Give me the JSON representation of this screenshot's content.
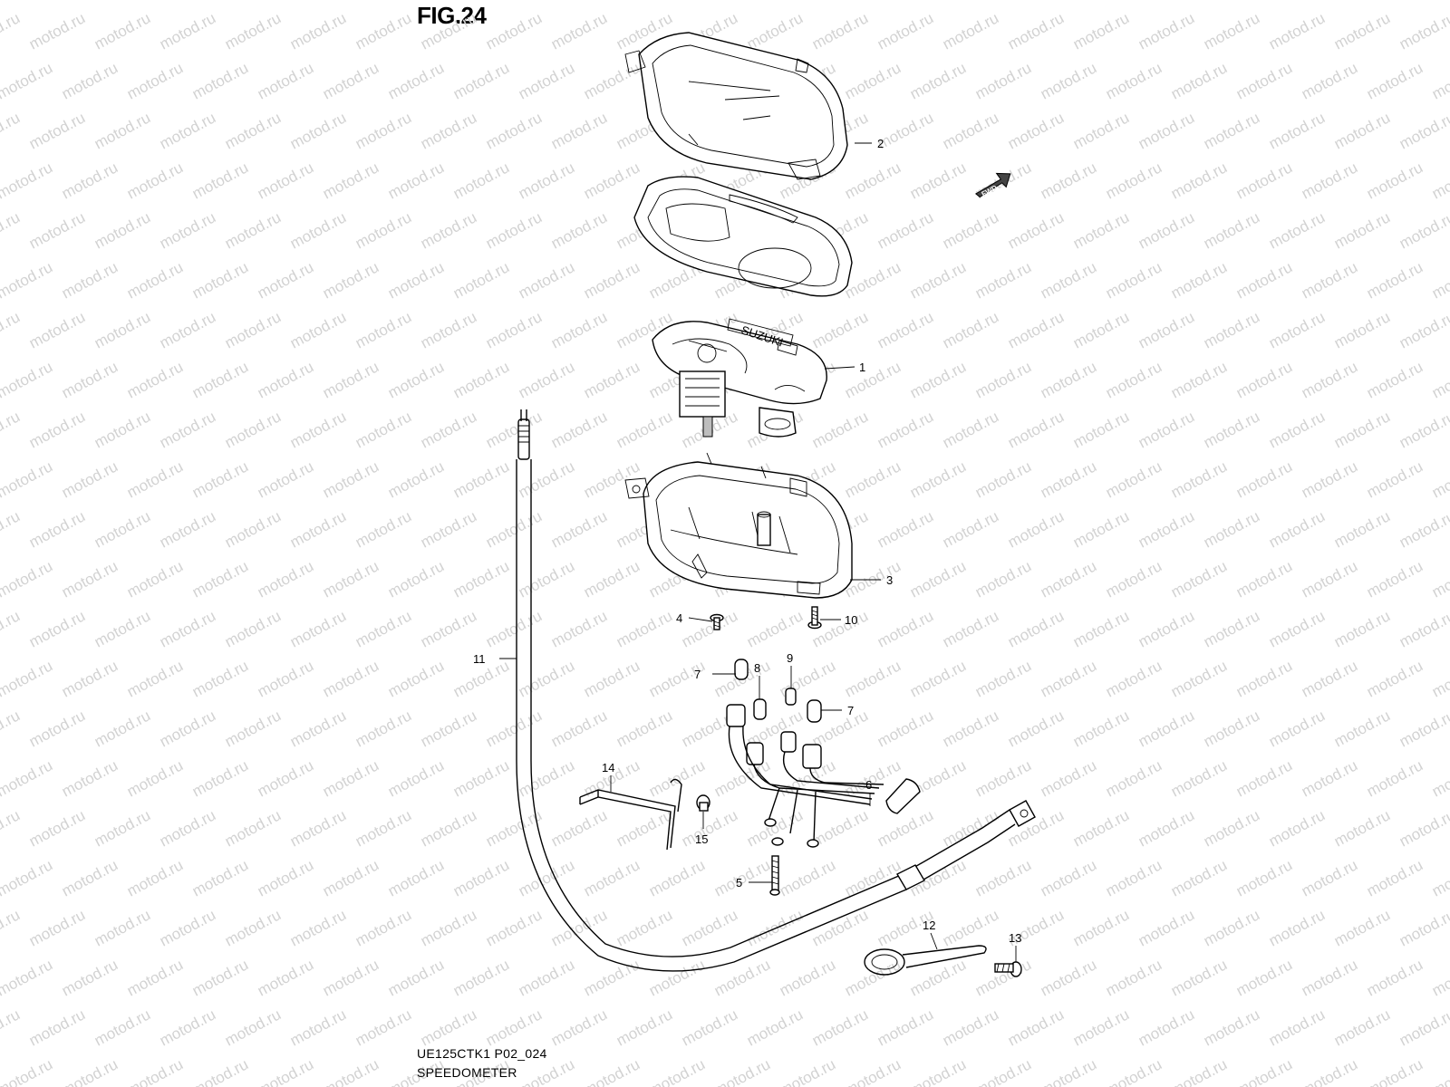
{
  "figure": {
    "title": "FIG.24",
    "code": "UE125CTK1 P02_024",
    "name": "SPEEDOMETER"
  },
  "watermark": "motod.ru",
  "fwd_label": "FWD",
  "callouts": [
    "1",
    "2",
    "3",
    "4",
    "5",
    "6",
    "7",
    "7",
    "8",
    "9",
    "10",
    "11",
    "12",
    "13",
    "14",
    "15"
  ],
  "brand_mark": "SUZUKI"
}
